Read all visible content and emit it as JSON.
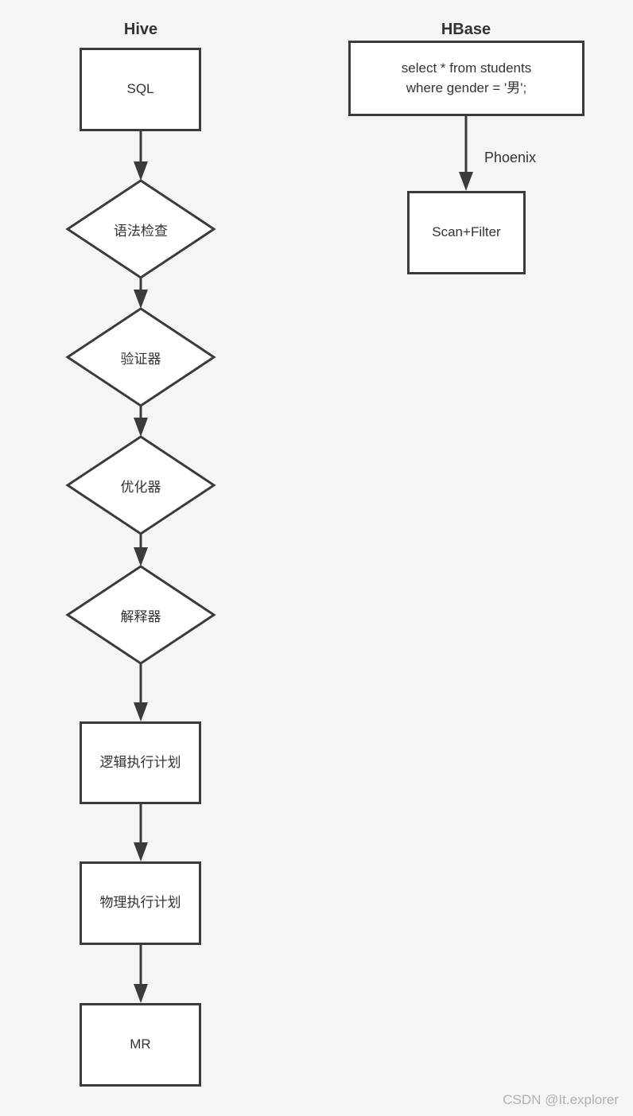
{
  "watermark": "CSDN @It.explorer",
  "hive": {
    "title": "Hive",
    "nodes": [
      {
        "label": "SQL",
        "shape": "rect"
      },
      {
        "label": "语法检查",
        "shape": "diamond"
      },
      {
        "label": "验证器",
        "shape": "diamond"
      },
      {
        "label": "优化器",
        "shape": "diamond"
      },
      {
        "label": "解释器",
        "shape": "diamond"
      },
      {
        "label": "逻辑执行计划",
        "shape": "rect"
      },
      {
        "label": "物理执行计划",
        "shape": "rect"
      },
      {
        "label": "MR",
        "shape": "rect"
      }
    ]
  },
  "hbase": {
    "title": "HBase",
    "query_node": {
      "label": "select * from students\nwhere gender = '男';"
    },
    "edge_label": "Phoenix",
    "result_node": {
      "label": "Scan+Filter"
    }
  },
  "colors": {
    "background": "#f5f5f5",
    "node_fill": "#ffffff",
    "stroke": "#3b3b3b",
    "text": "#333333",
    "watermark": "#b3b1ae"
  }
}
